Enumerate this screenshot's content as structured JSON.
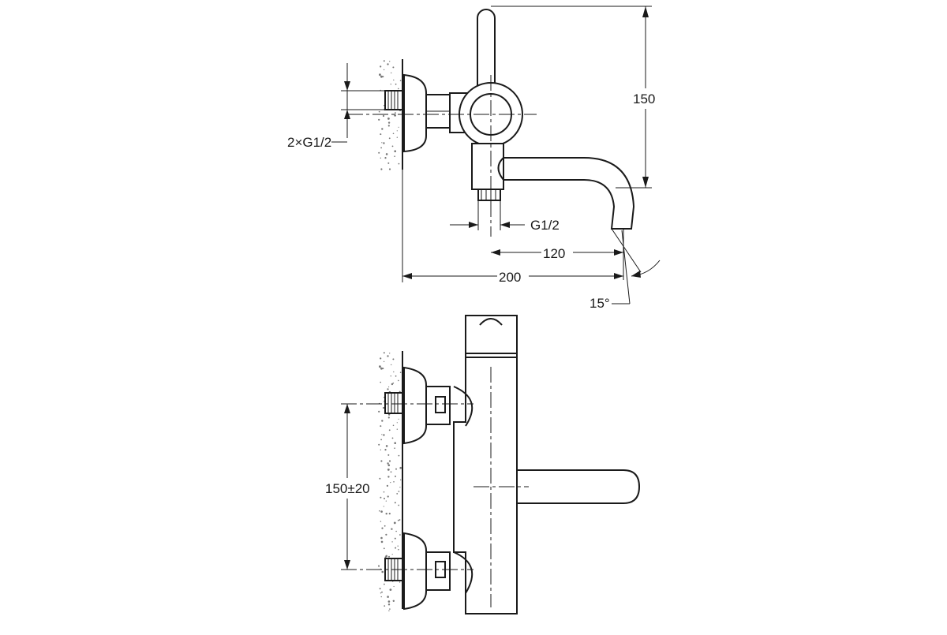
{
  "dimensions": {
    "inlets_thread": "2×G1/2",
    "outlet_thread": "G1/2",
    "height": "150",
    "spout_projection": "120",
    "total_projection": "200",
    "spout_angle": "15°",
    "inlet_spacing": "150±20"
  },
  "colors": {
    "line": "#1a1a1a",
    "background": "#ffffff"
  }
}
